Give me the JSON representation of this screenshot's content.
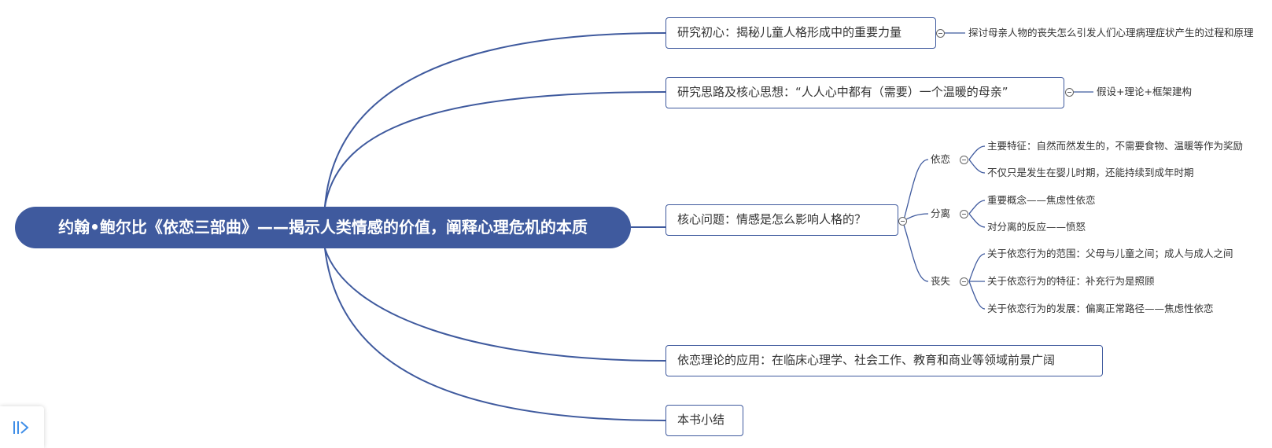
{
  "root": {
    "title": "约翰•鲍尔比《依恋三部曲》——揭示人类情感的价值，阐释心理危机的本质"
  },
  "branches": [
    {
      "label": "研究初心：揭秘儿童人格形成中的重要力量",
      "children": [
        "探讨母亲人物的丧失怎么引发人们心理病理症状产生的过程和原理"
      ]
    },
    {
      "label": "研究思路及核心思想：“人人心中都有（需要）一个温暖的母亲”",
      "children": [
        "假设+理论+框架建构"
      ]
    },
    {
      "label": "核心问题：情感是怎么影响人格的？",
      "groups": [
        {
          "label": "依恋",
          "children": [
            "主要特征：自然而然发生的，不需要食物、温暖等作为奖励",
            "不仅只是发生在婴儿时期，还能持续到成年时期"
          ]
        },
        {
          "label": "分离",
          "children": [
            "重要概念——焦虑性依恋",
            "对分离的反应——愤怒"
          ]
        },
        {
          "label": "丧失",
          "children": [
            "关于依恋行为的范围：父母与儿童之间；成人与成人之间",
            "关于依恋行为的特征：补充行为是照顾",
            "关于依恋行为的发展：偏离正常路径——焦虑性依恋"
          ]
        }
      ]
    },
    {
      "label": "依恋理论的应用：在临床心理学、社会工作、教育和商业等领域前景广阔"
    },
    {
      "label": "本书小结"
    }
  ],
  "icons": {
    "sidebar_toggle": "panel-expand-icon",
    "collapse": "minus-circle-icon"
  },
  "colors": {
    "primary": "#3f5a9e",
    "text": "#333333"
  }
}
